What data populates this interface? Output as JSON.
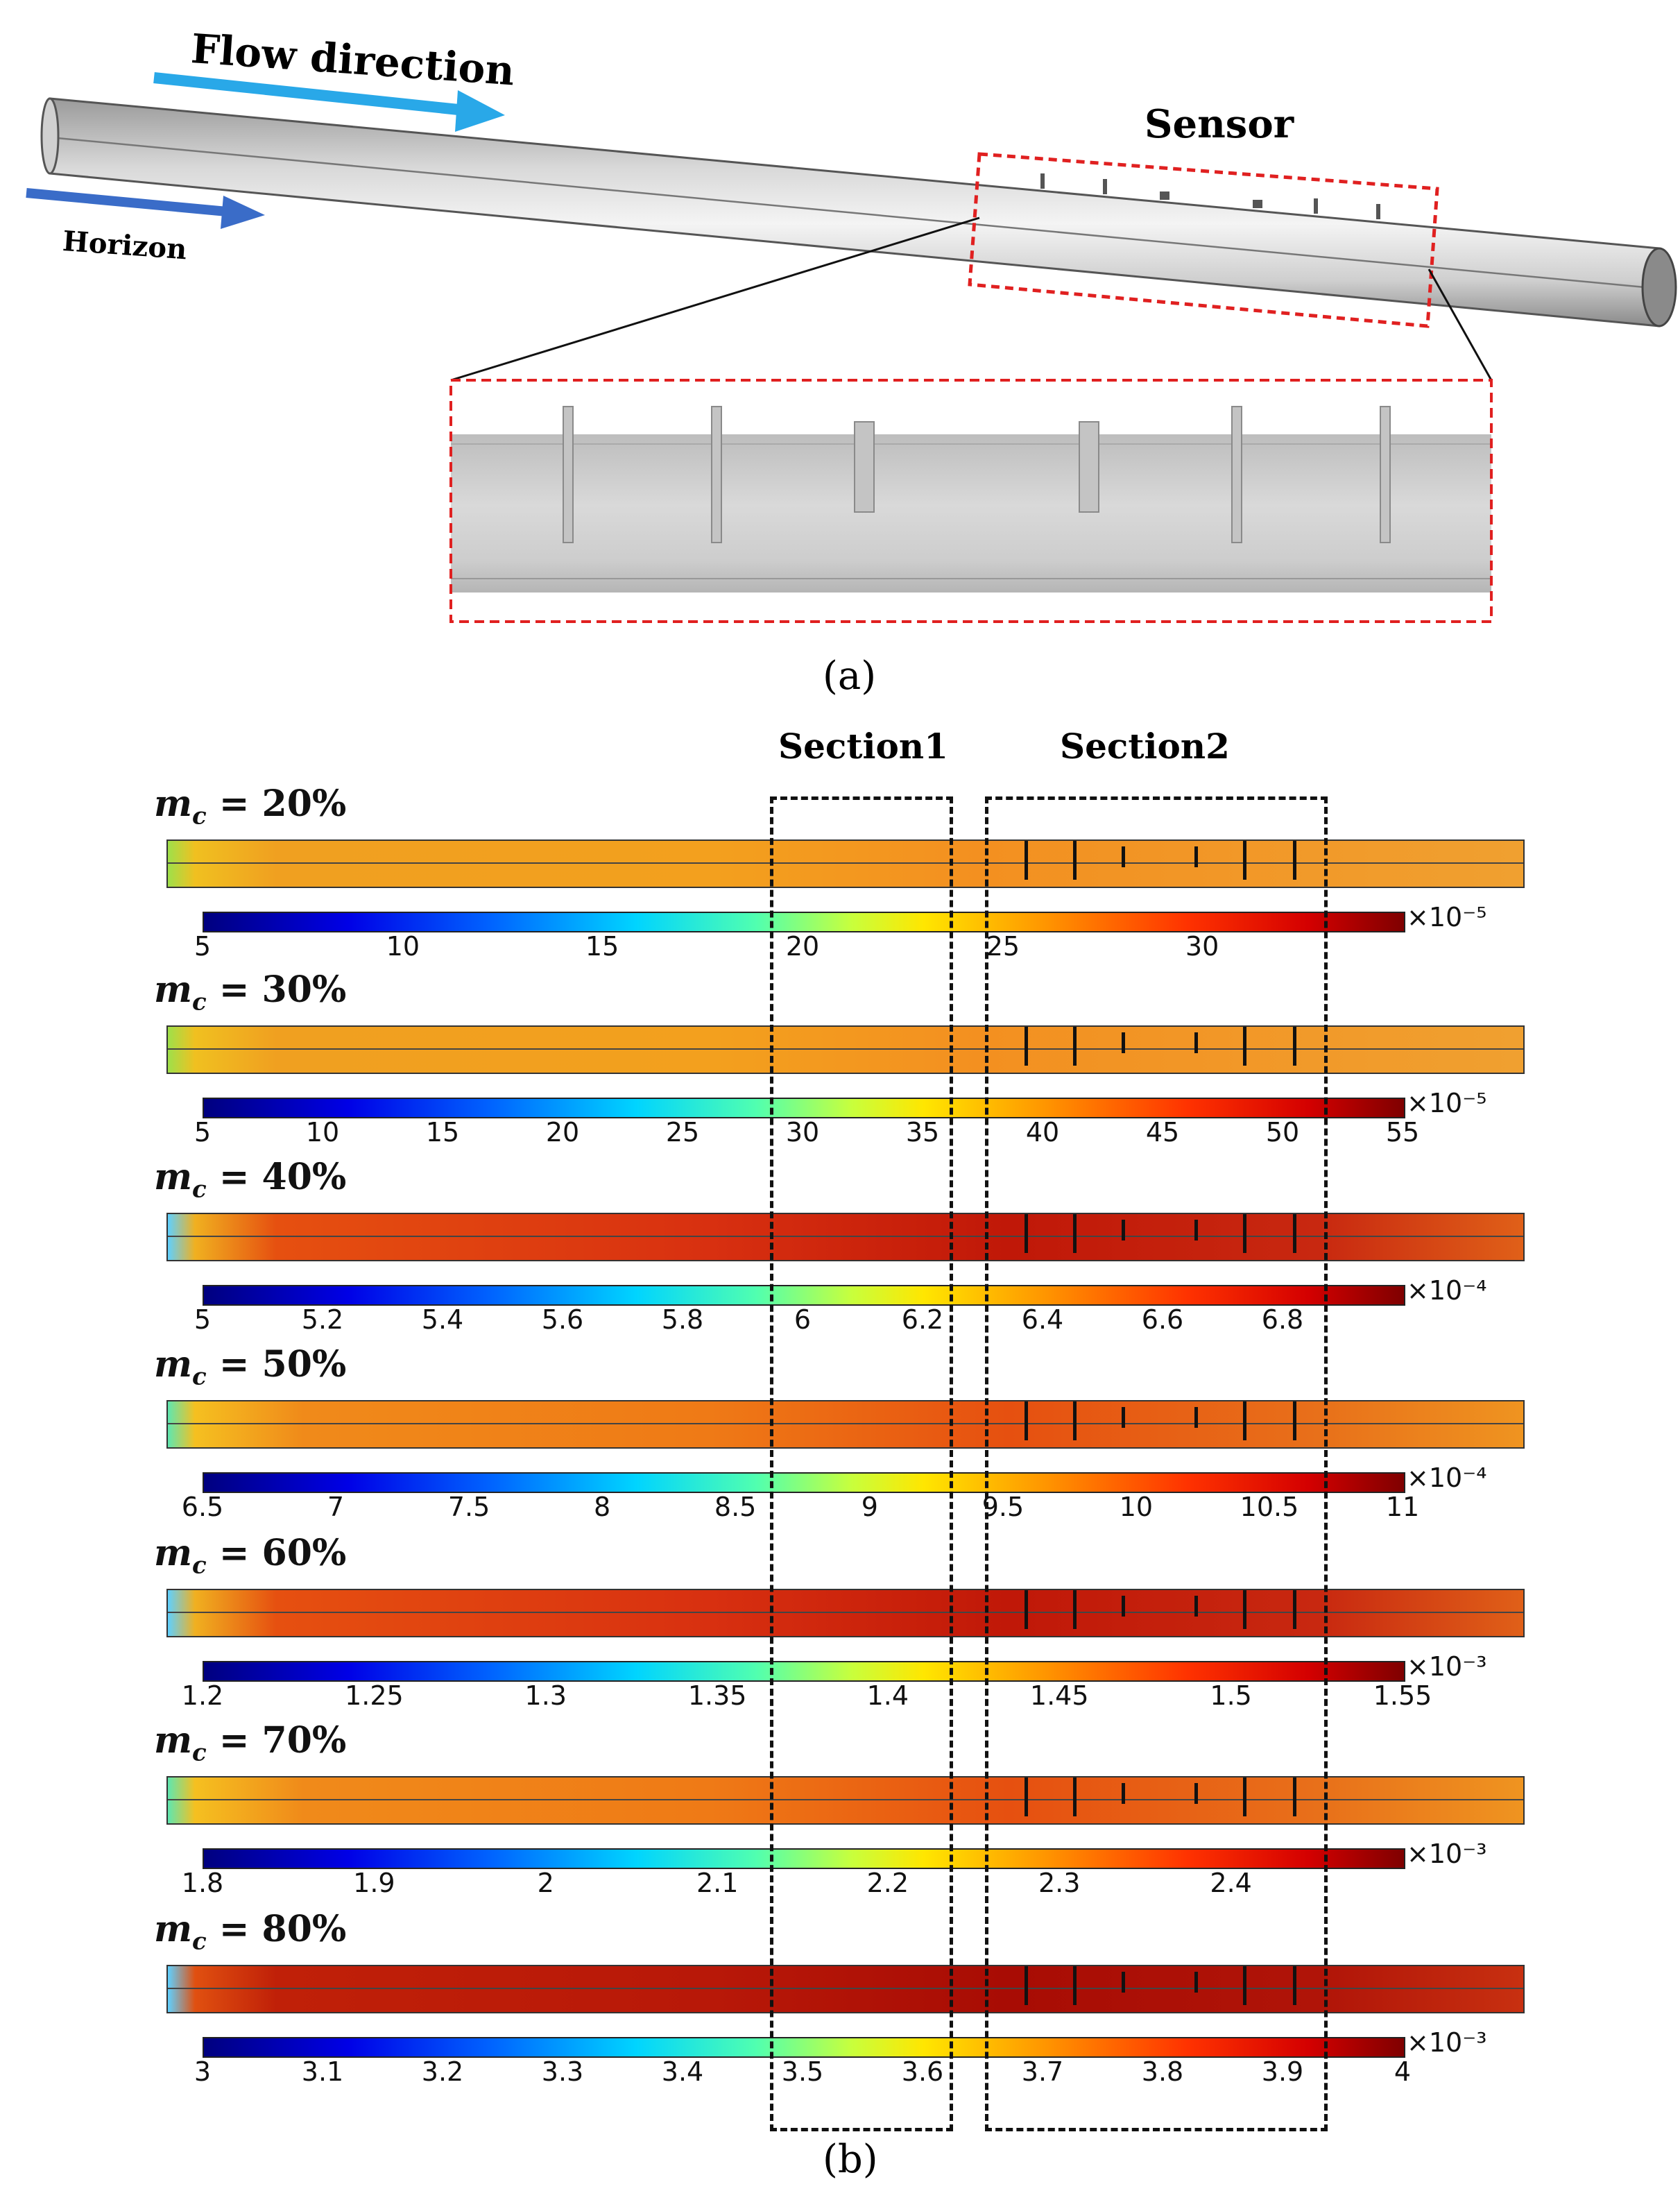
{
  "part_a": {
    "flow_label": "Flow direction",
    "horizon_label": "Horizon",
    "sensor_label": "Sensor",
    "caption": "(a)"
  },
  "part_b": {
    "section1_label": "Section1",
    "section2_label": "Section2",
    "caption": "(b)",
    "panels": [
      {
        "mc_text": "= 20%",
        "multiplier": "×10⁻⁵",
        "ticks": [
          "5",
          "10",
          "15",
          "20",
          "25",
          "30"
        ],
        "tick_pos": [
          0.0,
          0.167,
          0.333,
          0.5,
          0.667,
          0.833
        ],
        "fill": "medium"
      },
      {
        "mc_text": "= 30%",
        "multiplier": "×10⁻⁵",
        "ticks": [
          "5",
          "10",
          "15",
          "20",
          "25",
          "30",
          "35",
          "40",
          "45",
          "50",
          "55"
        ],
        "tick_pos": [
          0.0,
          0.1,
          0.2,
          0.3,
          0.4,
          0.5,
          0.6,
          0.7,
          0.8,
          0.9,
          1.0
        ],
        "fill": "medium"
      },
      {
        "mc_text": "= 40%",
        "multiplier": "×10⁻⁴",
        "ticks": [
          "5",
          "5.2",
          "5.4",
          "5.6",
          "5.8",
          "6",
          "6.2",
          "6.4",
          "6.6",
          "6.8"
        ],
        "tick_pos": [
          0.0,
          0.1,
          0.2,
          0.3,
          0.4,
          0.5,
          0.6,
          0.7,
          0.8,
          0.9
        ],
        "fill": "dark"
      },
      {
        "mc_text": "= 50%",
        "multiplier": "×10⁻⁴",
        "ticks": [
          "6.5",
          "7",
          "7.5",
          "8",
          "8.5",
          "9",
          "9.5",
          "10",
          "10.5",
          "11"
        ],
        "tick_pos": [
          0.0,
          0.111,
          0.222,
          0.333,
          0.444,
          0.556,
          0.667,
          0.778,
          0.889,
          1.0
        ],
        "fill": "medium-dark"
      },
      {
        "mc_text": "= 60%",
        "multiplier": "×10⁻³",
        "ticks": [
          "1.2",
          "1.25",
          "1.3",
          "1.35",
          "1.4",
          "1.45",
          "1.5",
          "1.55"
        ],
        "tick_pos": [
          0.0,
          0.143,
          0.286,
          0.429,
          0.571,
          0.714,
          0.857,
          1.0
        ],
        "fill": "dark"
      },
      {
        "mc_text": "= 70%",
        "multiplier": "×10⁻³",
        "ticks": [
          "1.8",
          "1.9",
          "2",
          "2.1",
          "2.2",
          "2.3",
          "2.4"
        ],
        "tick_pos": [
          0.0,
          0.143,
          0.286,
          0.429,
          0.571,
          0.714,
          0.857
        ],
        "fill": "medium-dark"
      },
      {
        "mc_text": "= 80%",
        "multiplier": "×10⁻³",
        "ticks": [
          "3",
          "3.1",
          "3.2",
          "3.3",
          "3.4",
          "3.5",
          "3.6",
          "3.7",
          "3.8",
          "3.9",
          "4"
        ],
        "tick_pos": [
          0.0,
          0.1,
          0.2,
          0.3,
          0.4,
          0.5,
          0.6,
          0.7,
          0.8,
          0.9,
          1.0
        ],
        "fill": "very-dark"
      }
    ]
  },
  "colors": {
    "flow_arrow": "#29a8e8",
    "horizon_arrow": "#3a6cc8",
    "sensor_box": "#e02020",
    "pipe_gray": "#c8c8c8"
  }
}
